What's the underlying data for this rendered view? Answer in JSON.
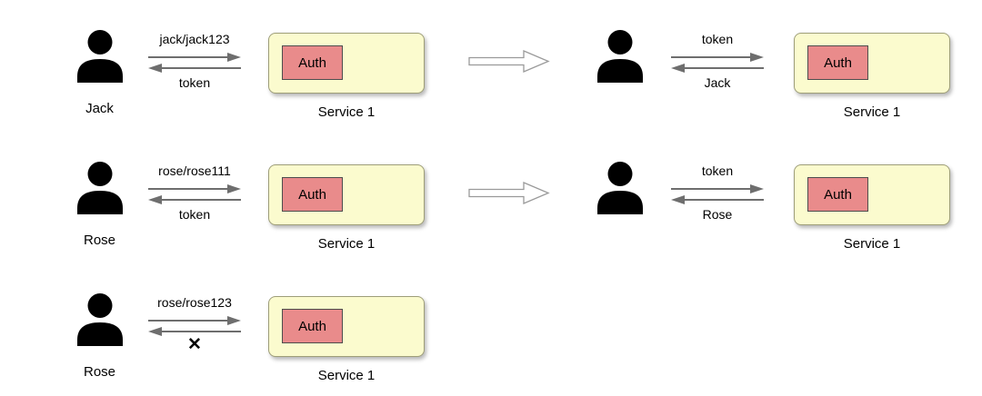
{
  "diagram": {
    "description": "Token-based authentication flow diagram",
    "colors": {
      "background": "#FFFFFF",
      "text_color": "#000000",
      "icon_color": "#000000",
      "service_fill": "#FBFBCE",
      "service_border": "#9E9E79",
      "auth_fill": "#E98B8B",
      "auth_border": "#4D4D4D",
      "arrow_color": "#6E6E6E",
      "transition_arrow_border": "#9A9A9A"
    },
    "flows": [
      {
        "row": 1,
        "side": "left",
        "user": "Jack",
        "request": "jack/jack123",
        "response": "token",
        "component": "Auth",
        "service": "Service 1"
      },
      {
        "row": 1,
        "side": "right",
        "user": "",
        "request": "token",
        "response": "Jack",
        "component": "Auth",
        "service": "Service 1"
      },
      {
        "row": 2,
        "side": "left",
        "user": "Rose",
        "request": "rose/rose111",
        "response": "token",
        "component": "Auth",
        "service": "Service 1"
      },
      {
        "row": 2,
        "side": "right",
        "user": "",
        "request": "token",
        "response": "Rose",
        "component": "Auth",
        "service": "Service 1"
      },
      {
        "row": 3,
        "side": "left",
        "user": "Rose",
        "request": "rose/rose123",
        "response": "✕",
        "component": "Auth",
        "service": "Service 1"
      }
    ],
    "transition_arrow_count": 2
  }
}
